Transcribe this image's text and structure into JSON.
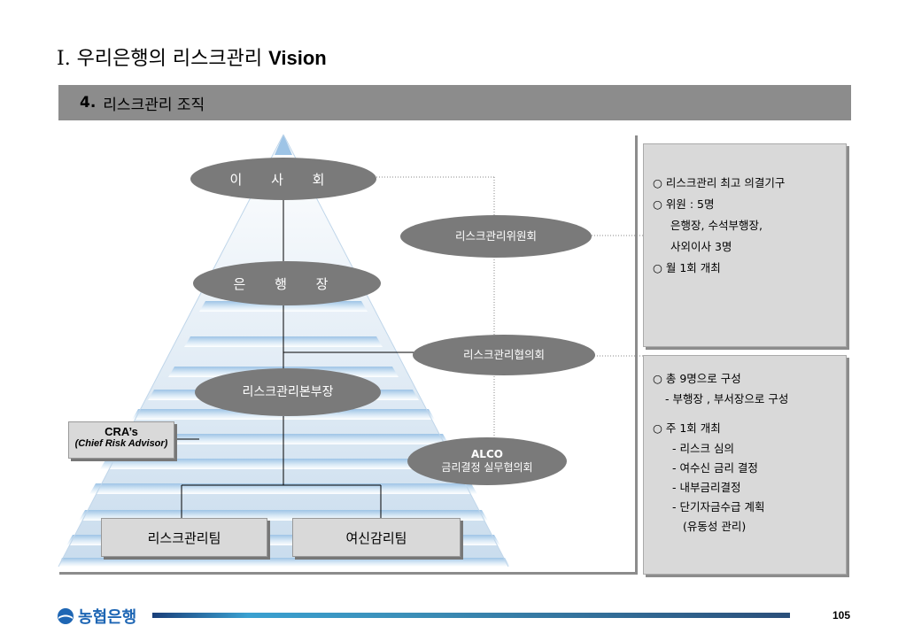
{
  "header": {
    "title_prefix": "I. 우리은행의 리스크관리 ",
    "title_latin": "Vision",
    "section_number": "4.",
    "section_title": "리스크관리 조직"
  },
  "org": {
    "board": "이 사 회",
    "ceo": "은 행 장",
    "risk_head": "리스크관리본부장",
    "risk_committee": "리스크관리위원회",
    "risk_council": "리스크관리협의회",
    "alco_title": "ALCO",
    "alco_subtitle": "금리결정 실무협의회",
    "cra_title": "CRA’s",
    "cra_subtitle": "(Chief Risk Advisor)",
    "team_risk": "리스크관리팀",
    "team_credit": "여신감리팀"
  },
  "committee_info": [
    "○ 리스크관리 최고 의결기구",
    "○ 위원 :  5명",
    "은행장, 수석부행장,",
    "사외이사 3명",
    "○ 월 1회 개최"
  ],
  "council_info": [
    "○ 총 9명으로 구성",
    "- 부행장 , 부서장으로 구성",
    "○ 주 1회 개최",
    "- 리스크 심의",
    "- 여수신 금리 결정",
    "- 내부금리결정",
    "- 단기자금수급 계획",
    "(유동성 관리)"
  ],
  "footer": {
    "logo_text": "농협은행",
    "page_number": "105"
  },
  "colors": {
    "section_bar": "#8c8c8c",
    "oval": "#7a7a7a",
    "box": "#d9d9d9",
    "pyramid_top": "#c9dced",
    "pyramid_band": "#9ec4e6",
    "footer_brand": "#1e66b4"
  }
}
